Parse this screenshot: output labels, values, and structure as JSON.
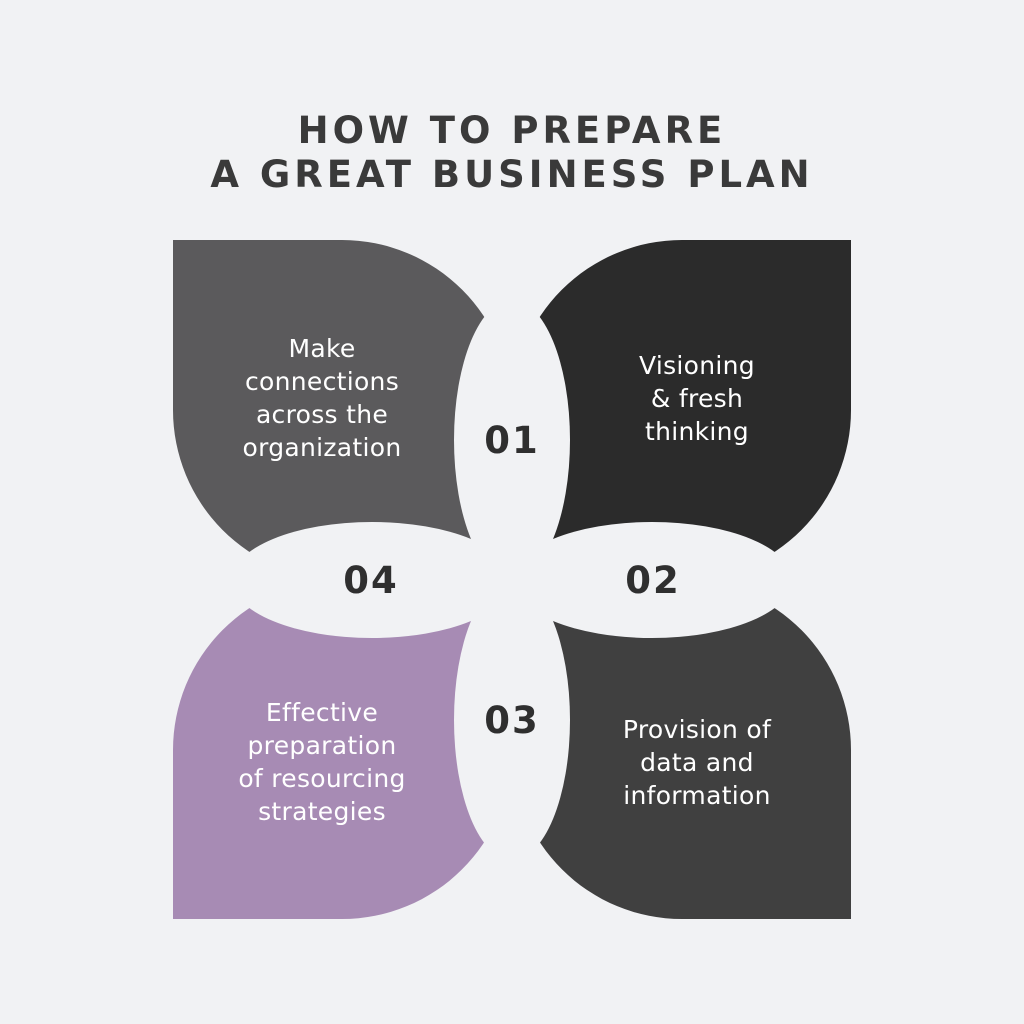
{
  "title": {
    "line1": "HOW TO PREPARE",
    "line2": "A GREAT BUSINESS PLAN"
  },
  "colors": {
    "background": "#f1f2f4",
    "petal_top_left": "#5b5a5c",
    "petal_top_right": "#2b2b2b",
    "petal_bottom_right": "#404040",
    "petal_bottom_left": "#a78bb4",
    "text_dark": "#3a3a3a",
    "text_light": "#ffffff"
  },
  "steps": [
    {
      "number": "01",
      "lines": [
        "Visioning",
        "& fresh",
        "thinking"
      ]
    },
    {
      "number": "02",
      "lines": [
        "Provision of",
        "data and",
        "information"
      ]
    },
    {
      "number": "03",
      "lines": [
        "Effective",
        "preparation",
        "of resourcing",
        "strategies"
      ]
    },
    {
      "number": "04",
      "lines": [
        "Make",
        "connections",
        "across the",
        "organization"
      ]
    }
  ]
}
